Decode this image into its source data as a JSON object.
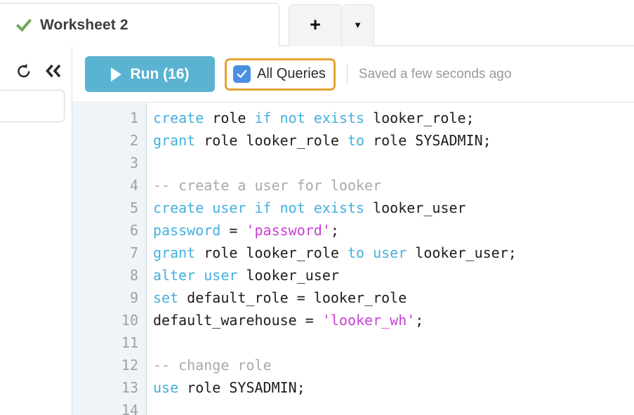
{
  "tabbar": {
    "active_tab": {
      "title": "Worksheet 2",
      "status_icon": "green-check-icon"
    },
    "add_label": "+",
    "menu_label": "▼"
  },
  "sidebar": {
    "refresh_icon": "refresh-icon",
    "collapse_icon": "double-chevron-left-icon",
    "search_value": "",
    "search_placeholder": ""
  },
  "toolbar": {
    "run_label": "Run (16)",
    "run_icon": "play-icon",
    "run_color": "#5bb3d2",
    "all_queries_label": "All Queries",
    "all_queries_checked": true,
    "checkbox_color": "#4a90e2",
    "highlight_color": "#e5a231",
    "saved_text": "Saved a few seconds ago"
  },
  "editor": {
    "gutter_bg": "#eef4f7",
    "keyword_color": "#45b0de",
    "string_color": "#c93fd6",
    "comment_color": "#a9a9a9",
    "line_numbers": [
      "1",
      "2",
      "3",
      "4",
      "5",
      "6",
      "7",
      "8",
      "9",
      "10",
      "11",
      "12",
      "13",
      "14"
    ],
    "lines": [
      {
        "n": "1",
        "tokens": [
          {
            "t": "create",
            "c": "kw"
          },
          {
            "t": " role ",
            "c": "pl"
          },
          {
            "t": "if not exists",
            "c": "kw"
          },
          {
            "t": " looker_role;",
            "c": "pl"
          }
        ]
      },
      {
        "n": "2",
        "tokens": [
          {
            "t": "grant",
            "c": "kw"
          },
          {
            "t": " role looker_role ",
            "c": "pl"
          },
          {
            "t": "to",
            "c": "kw"
          },
          {
            "t": " role SYSADMIN;",
            "c": "pl"
          }
        ]
      },
      {
        "n": "3",
        "tokens": []
      },
      {
        "n": "4",
        "tokens": [
          {
            "t": "-- create a user for looker",
            "c": "cmt"
          }
        ]
      },
      {
        "n": "5",
        "tokens": [
          {
            "t": "create user if not exists",
            "c": "kw"
          },
          {
            "t": " looker_user",
            "c": "pl"
          }
        ]
      },
      {
        "n": "6",
        "tokens": [
          {
            "t": "password",
            "c": "kw"
          },
          {
            "t": " = ",
            "c": "pl"
          },
          {
            "t": "'password'",
            "c": "str"
          },
          {
            "t": ";",
            "c": "pl"
          }
        ]
      },
      {
        "n": "7",
        "tokens": [
          {
            "t": "grant",
            "c": "kw"
          },
          {
            "t": " role looker_role ",
            "c": "pl"
          },
          {
            "t": "to user",
            "c": "kw"
          },
          {
            "t": " looker_user;",
            "c": "pl"
          }
        ]
      },
      {
        "n": "8",
        "tokens": [
          {
            "t": "alter user",
            "c": "kw"
          },
          {
            "t": " looker_user",
            "c": "pl"
          }
        ]
      },
      {
        "n": "9",
        "tokens": [
          {
            "t": "set",
            "c": "kw"
          },
          {
            "t": " default_role = looker_role",
            "c": "pl"
          }
        ]
      },
      {
        "n": "10",
        "tokens": [
          {
            "t": "default_warehouse = ",
            "c": "pl"
          },
          {
            "t": "'looker_wh'",
            "c": "str"
          },
          {
            "t": ";",
            "c": "pl"
          }
        ]
      },
      {
        "n": "11",
        "tokens": []
      },
      {
        "n": "12",
        "tokens": [
          {
            "t": "-- change role",
            "c": "cmt"
          }
        ]
      },
      {
        "n": "13",
        "tokens": [
          {
            "t": "use",
            "c": "kw"
          },
          {
            "t": " role SYSADMIN;",
            "c": "pl"
          }
        ]
      },
      {
        "n": "14",
        "tokens": []
      }
    ]
  }
}
